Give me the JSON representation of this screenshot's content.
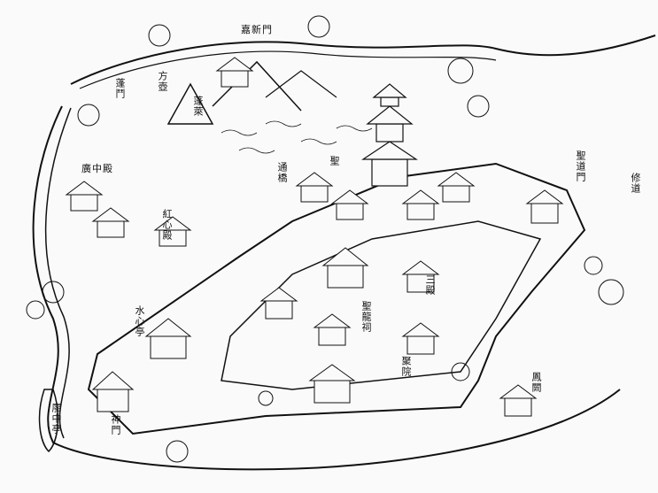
{
  "map": {
    "labels": [
      {
        "id": "top-gate-label",
        "text": "嘉新門"
      },
      {
        "id": "upper-left-label-a",
        "text": "蓬鬥"
      },
      {
        "id": "upper-left-label-b",
        "text": "方壺"
      },
      {
        "id": "upper-mid-label",
        "text": "蓬萊"
      },
      {
        "id": "left-hall-label",
        "text": "廣中殿"
      },
      {
        "id": "right-gate-label",
        "text": "聖道門"
      },
      {
        "id": "far-right-label",
        "text": "修道"
      },
      {
        "id": "mid-left-label",
        "text": "紅心殿"
      },
      {
        "id": "center-label",
        "text": "聖龍祠"
      },
      {
        "id": "center-right-label",
        "text": "三殿"
      },
      {
        "id": "lower-left-label",
        "text": "水心亭"
      },
      {
        "id": "lower-center-label",
        "text": "聚院"
      },
      {
        "id": "lower-right-gate-label",
        "text": "鳳闕"
      },
      {
        "id": "bottom-left-gate-label",
        "text": "神門"
      },
      {
        "id": "far-left-bottom-label",
        "text": "廖中亭"
      },
      {
        "id": "bridge-label",
        "text": "通橋"
      },
      {
        "id": "mid-top-label",
        "text": "聖"
      }
    ]
  }
}
